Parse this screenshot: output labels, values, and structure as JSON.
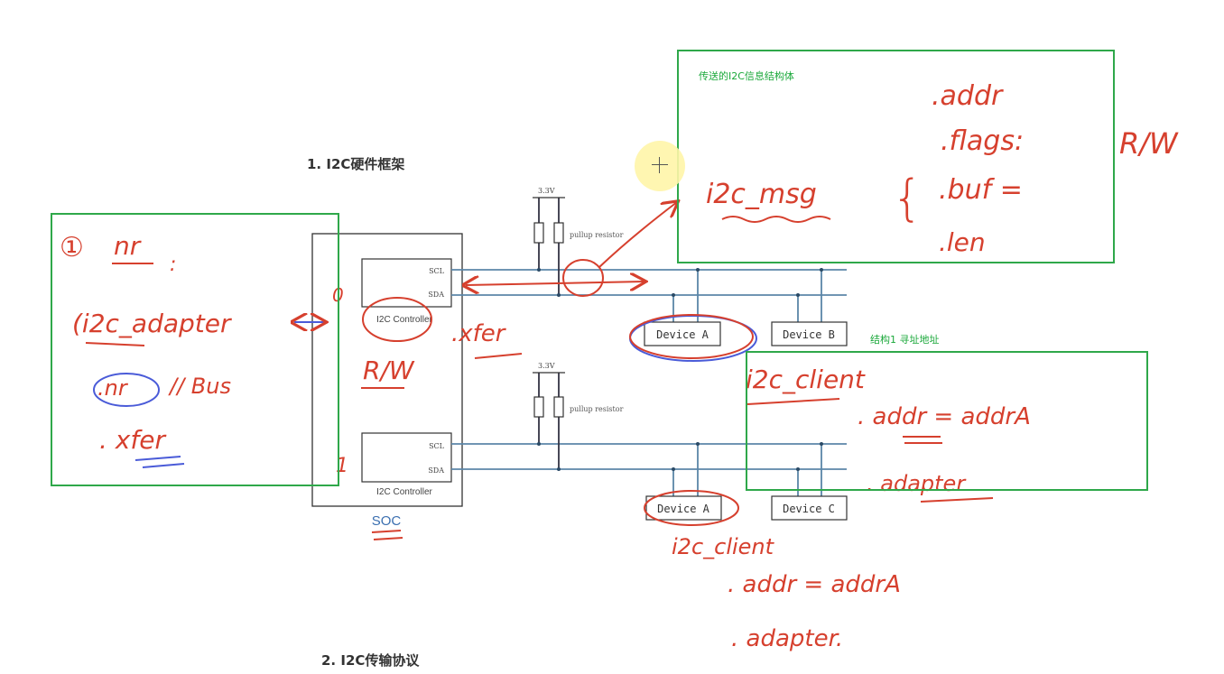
{
  "headings": {
    "hardware": "1. I2C硬件框架",
    "protocol": "2. I2C传输协议"
  },
  "annotation_boxes": {
    "msg_struct_label": "传送的I2C信息结构体",
    "client_label": "结构1    寻址地址"
  },
  "diagram": {
    "soc_label": "SOC",
    "controller_label": "I2C Controller",
    "scl": "SCL",
    "sda": "SDA",
    "supply": "3.3V",
    "pullup": "pullup resistor",
    "device_a": "Device A",
    "device_b": "Device B",
    "device_c": "Device C"
  },
  "handwriting": {
    "circled_one": "①",
    "nr_heading": "nr",
    "colon": ":",
    "adapter": "(i2c_adapter",
    "nr_bus": "// Bus",
    "nr_field": ".nr",
    "xfer_left": ". xfer",
    "zero": "0",
    "one": "1",
    "xfer_mid": ".xfer",
    "rw": "R/W",
    "msg": "i2c_msg",
    "brace": "{",
    "msg_addr": ".addr",
    "msg_flags": ".flags:",
    "msg_rw": "R/W",
    "msg_buf": ".buf =",
    "msg_len": ".len",
    "client_top": "i2c_client",
    "client_top_addr": ". addr = addrA",
    "client_top_adapter": ". adapter",
    "client_bottom": "i2c_client",
    "client_bottom_addr": ". addr = addrA",
    "client_bottom_adapter": ". adapter."
  },
  "colors": {
    "ink_red": "#d6402e",
    "ink_blue": "#4a5bd8",
    "box_green": "#2fa84a",
    "bus_blue": "#5b86a8"
  }
}
